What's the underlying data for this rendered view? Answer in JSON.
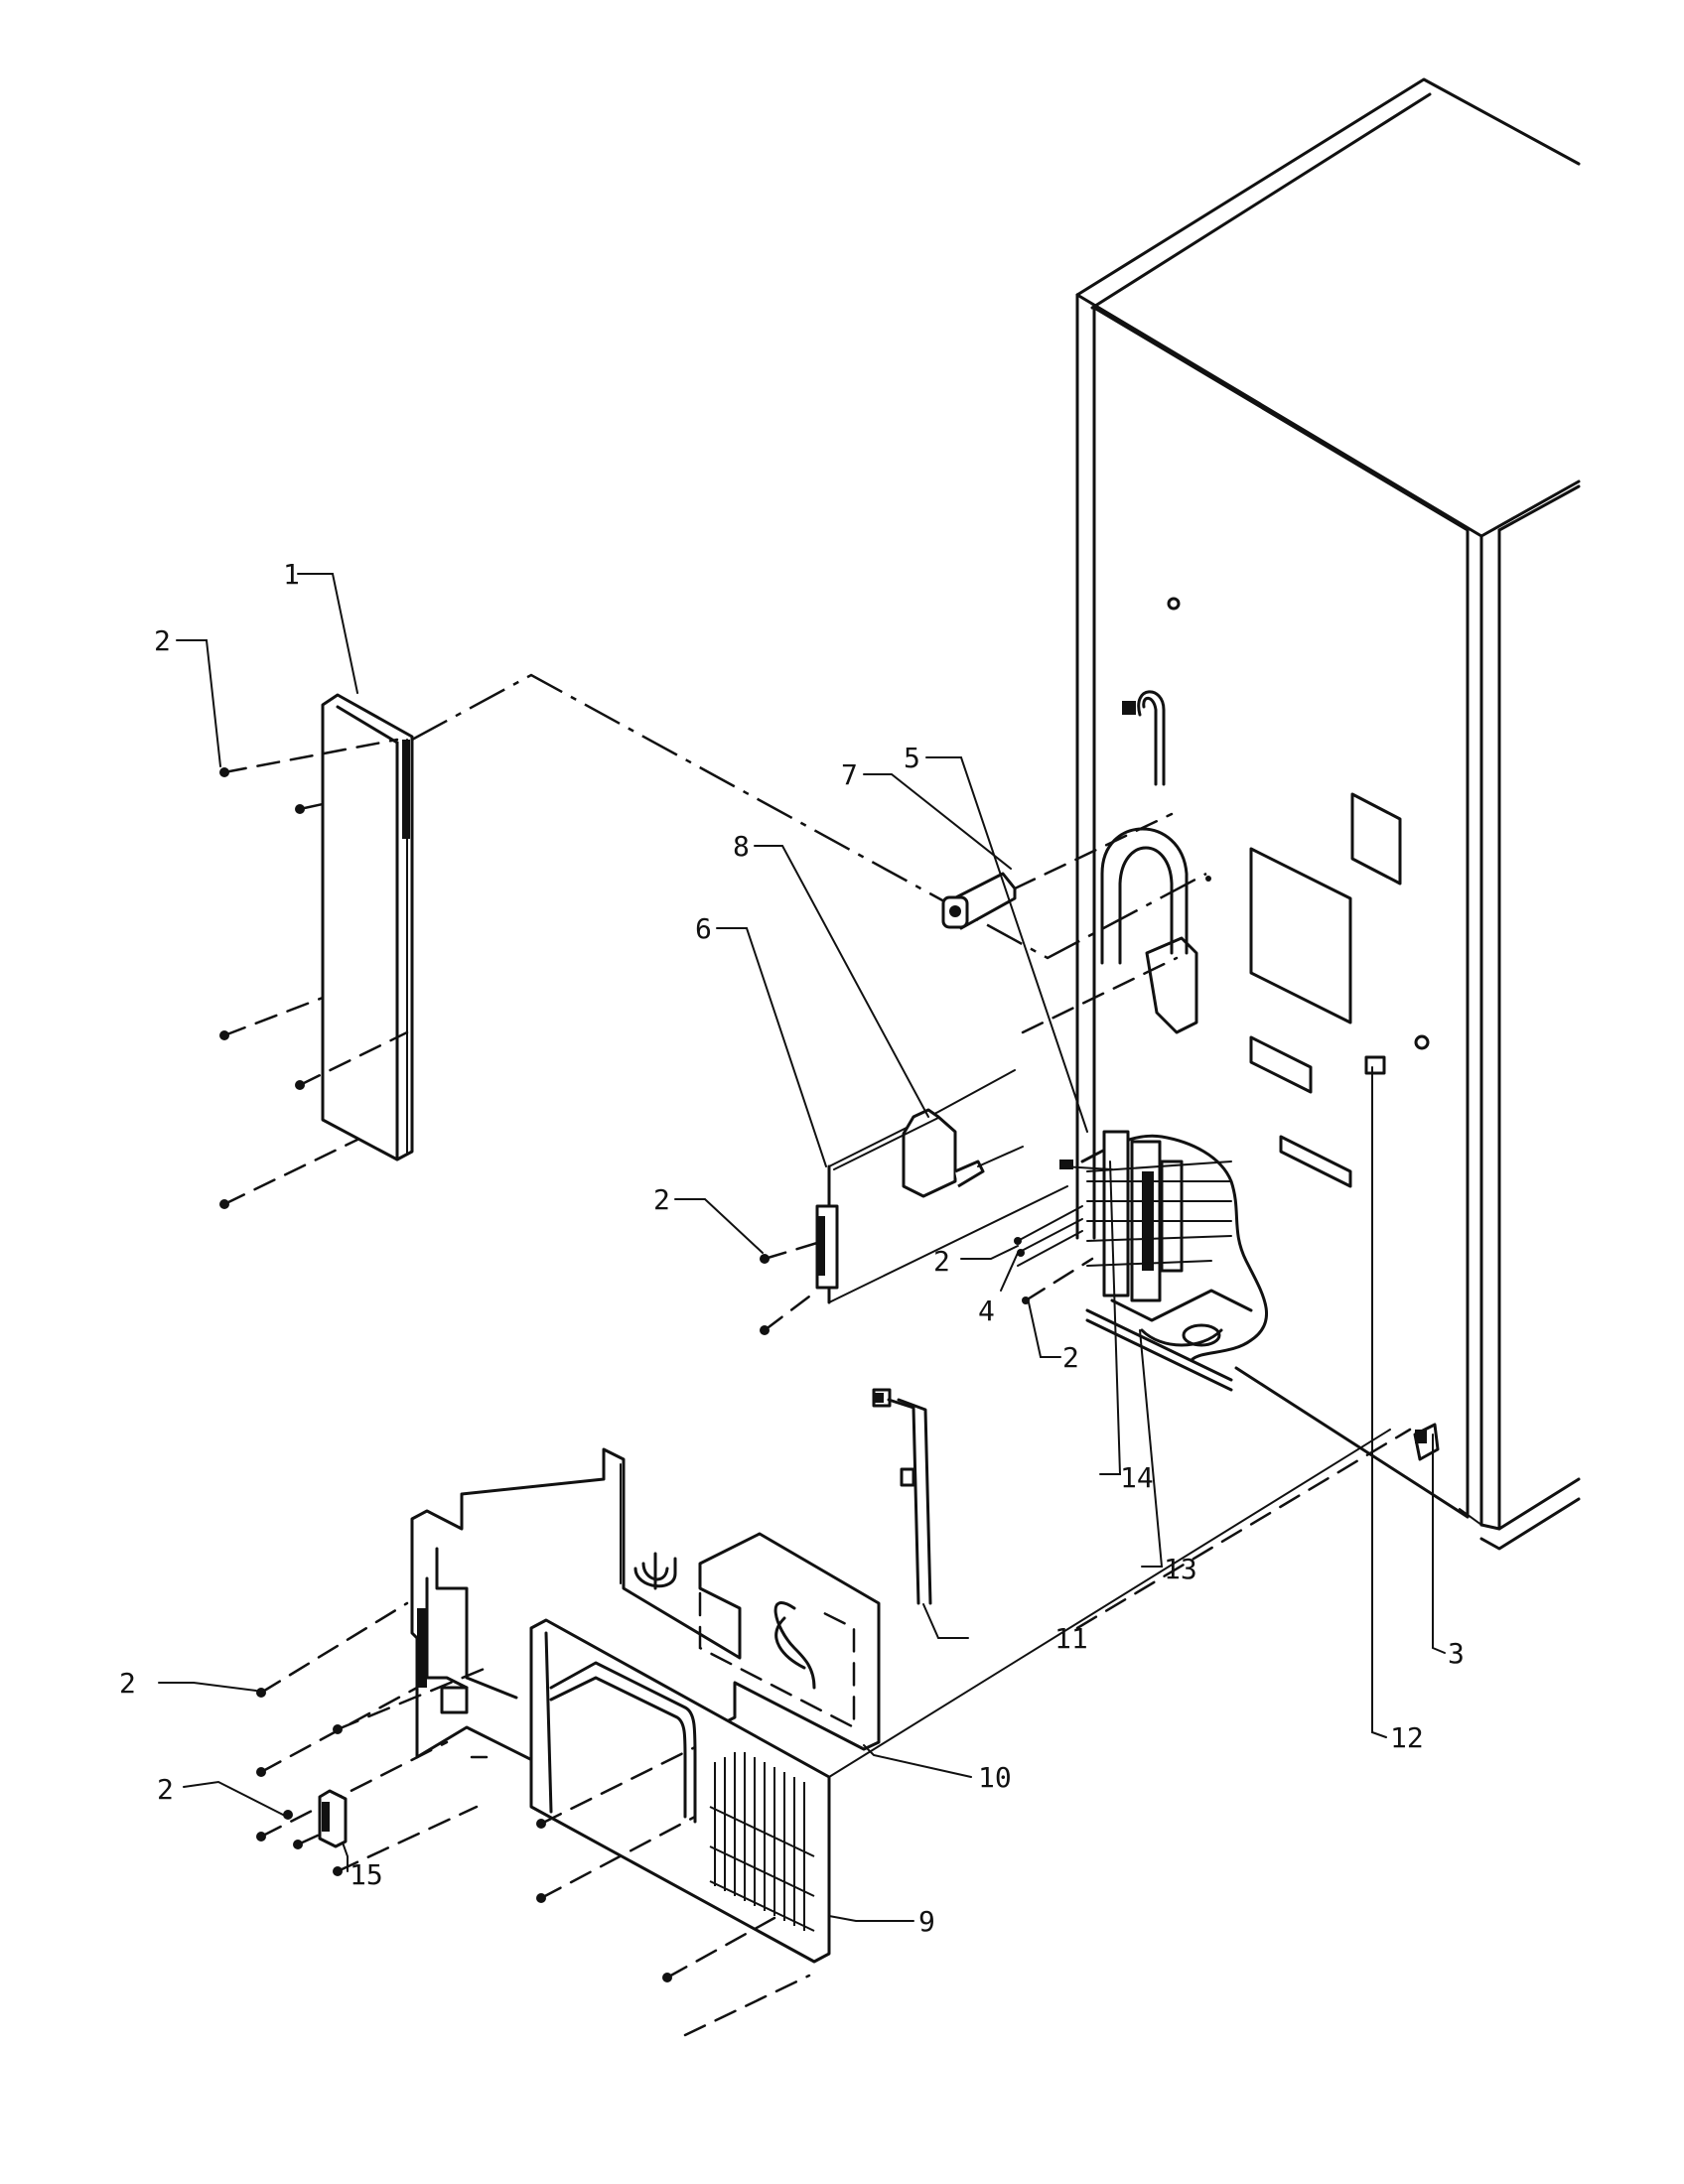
{
  "diagram": {
    "callouts": [
      {
        "id": "c1",
        "text": "1"
      },
      {
        "id": "c2a",
        "text": "2"
      },
      {
        "id": "c5a",
        "text": "5"
      },
      {
        "id": "c7",
        "text": "7"
      },
      {
        "id": "c8",
        "text": "8"
      },
      {
        "id": "c6",
        "text": "6"
      },
      {
        "id": "c2b",
        "text": "2"
      },
      {
        "id": "c2c",
        "text": "2"
      },
      {
        "id": "c4",
        "text": "4"
      },
      {
        "id": "c2d",
        "text": "2"
      },
      {
        "id": "c14",
        "text": "14"
      },
      {
        "id": "c13",
        "text": "13"
      },
      {
        "id": "c11",
        "text": "11"
      },
      {
        "id": "c3",
        "text": "3"
      },
      {
        "id": "c12",
        "text": "12"
      },
      {
        "id": "c2e",
        "text": "2"
      },
      {
        "id": "c10",
        "text": "10"
      },
      {
        "id": "c2f",
        "text": "2"
      },
      {
        "id": "c15",
        "text": "15"
      },
      {
        "id": "c9",
        "text": "9"
      }
    ]
  }
}
